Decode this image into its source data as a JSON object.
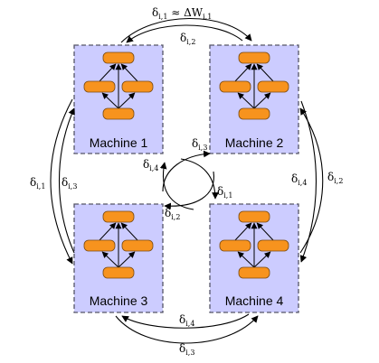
{
  "colors": {
    "machine_fill": "#ccccff",
    "machine_border": "#555566",
    "node_fill": "#f7931e",
    "node_border": "#7a4a10",
    "edge": "#000000"
  },
  "machines": [
    {
      "label": "Machine 1"
    },
    {
      "label": "Machine 2"
    },
    {
      "label": "Machine 3"
    },
    {
      "label": "Machine 4"
    }
  ],
  "labels": {
    "top_outer": {
      "sym": "δ",
      "sub": "i,1",
      "tail": " ≈ ΔW",
      "tail_sub": "i,1"
    },
    "top_inner": {
      "sym": "δ",
      "sub": "i,2"
    },
    "left_outer": {
      "sym": "δ",
      "sub": "i,1"
    },
    "left_inner": {
      "sym": "δ",
      "sub": "i,3"
    },
    "right_inner": {
      "sym": "δ",
      "sub": "i,4"
    },
    "right_outer": {
      "sym": "δ",
      "sub": "i,2"
    },
    "bottom_inner": {
      "sym": "δ",
      "sub": "i,4"
    },
    "bottom_outer": {
      "sym": "δ",
      "sub": "i,3"
    },
    "center_ne": {
      "sym": "δ",
      "sub": "i,3"
    },
    "center_nw": {
      "sym": "δ",
      "sub": "i,4"
    },
    "center_se": {
      "sym": "δ",
      "sub": "i,1"
    },
    "center_sw": {
      "sym": "δ",
      "sub": "i,2"
    }
  }
}
